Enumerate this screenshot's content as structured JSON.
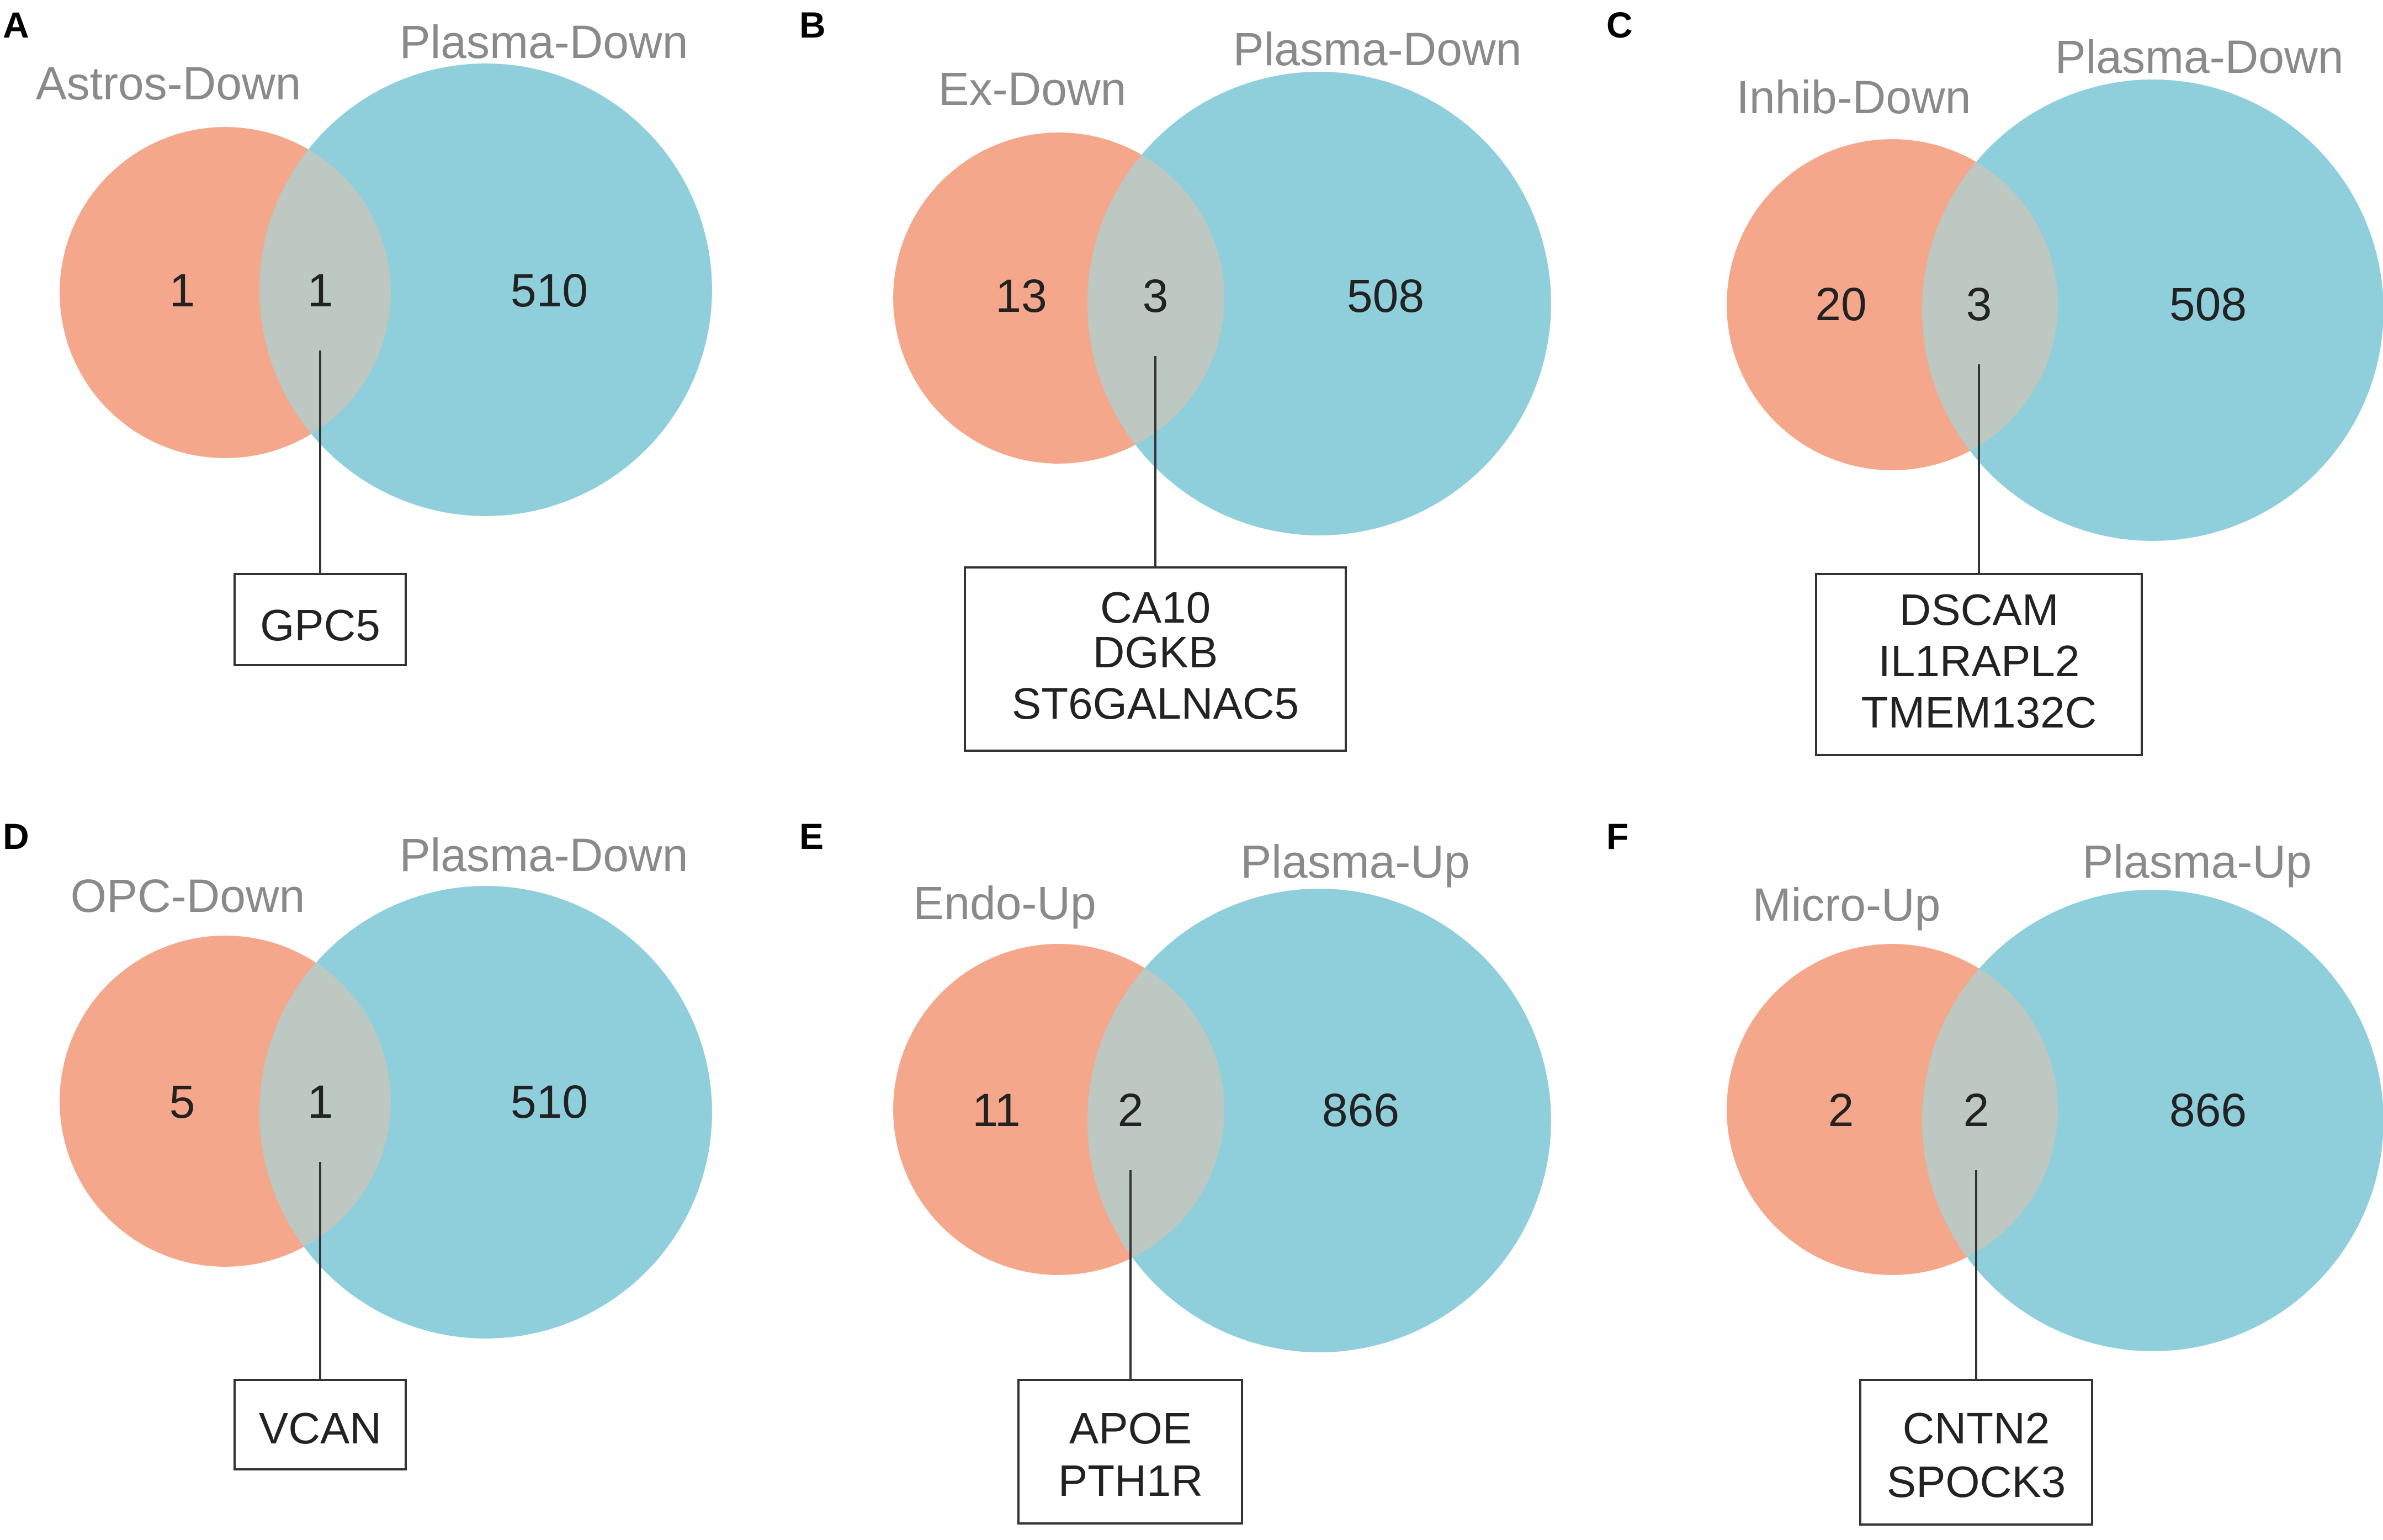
{
  "colors": {
    "left_set": "#f4a78a",
    "right_set": "#8fcfdc",
    "overlap": "#bcc8c1",
    "title_text": "#8a8a8a",
    "count_text": "#222222"
  },
  "panels": [
    {
      "letter": "A",
      "left": {
        "name": "Astros-Down",
        "unique": "1"
      },
      "right": {
        "name": "Plasma-Down",
        "unique": "510"
      },
      "overlap": "1",
      "genes": [
        "GPC5"
      ]
    },
    {
      "letter": "B",
      "left": {
        "name": "Ex-Down",
        "unique": "13"
      },
      "right": {
        "name": "Plasma-Down",
        "unique": "508"
      },
      "overlap": "3",
      "genes": [
        "CA10",
        "DGKB",
        "ST6GALNAC5"
      ]
    },
    {
      "letter": "C",
      "left": {
        "name": "Inhib-Down",
        "unique": "20"
      },
      "right": {
        "name": "Plasma-Down",
        "unique": "508"
      },
      "overlap": "3",
      "genes": [
        "DSCAM",
        "IL1RAPL2",
        "TMEM132C"
      ]
    },
    {
      "letter": "D",
      "left": {
        "name": "OPC-Down",
        "unique": "5"
      },
      "right": {
        "name": "Plasma-Down",
        "unique": "510"
      },
      "overlap": "1",
      "genes": [
        "VCAN"
      ]
    },
    {
      "letter": "E",
      "left": {
        "name": "Endo-Up",
        "unique": "11"
      },
      "right": {
        "name": "Plasma-Up",
        "unique": "866"
      },
      "overlap": "2",
      "genes": [
        "APOE",
        "PTH1R"
      ]
    },
    {
      "letter": "F",
      "left": {
        "name": "Micro-Up",
        "unique": "2"
      },
      "right": {
        "name": "Plasma-Up",
        "unique": "866"
      },
      "overlap": "2",
      "genes": [
        "CNTN2",
        "SPOCK3"
      ]
    }
  ]
}
